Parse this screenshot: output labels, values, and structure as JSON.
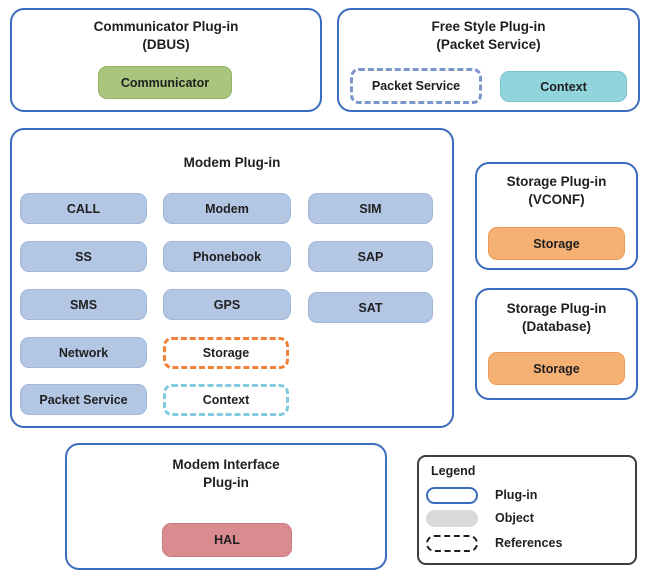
{
  "communicator": {
    "title": "Communicator Plug-in",
    "subtitle": "(DBUS)",
    "object_label": "Communicator"
  },
  "freestyle": {
    "title": "Free Style Plug-in",
    "subtitle": "(Packet Service)",
    "reference_label": "Packet Service",
    "object_label": "Context"
  },
  "modem": {
    "title": "Modem Plug-in",
    "objects": [
      "CALL",
      "Modem",
      "SIM",
      "SS",
      "Phonebook",
      "SAP",
      "SMS",
      "GPS",
      "SAT",
      "Network",
      "Packet Service"
    ],
    "references": [
      "Storage",
      "Context"
    ]
  },
  "storage_vconf": {
    "title": "Storage Plug-in",
    "subtitle": "(VCONF)",
    "object_label": "Storage"
  },
  "storage_db": {
    "title": "Storage Plug-in",
    "subtitle": "(Database)",
    "object_label": "Storage"
  },
  "modem_interface": {
    "title": "Modem Interface",
    "subtitle": "Plug-in",
    "object_label": "HAL"
  },
  "legend": {
    "title": "Legend",
    "items": [
      "Plug-in",
      "Object",
      "References"
    ]
  },
  "colors": {
    "plugin_border": "#3a6dbd",
    "object_blue": "#b3c6e3",
    "object_green": "#a9c57e",
    "object_teal": "#92d4dc",
    "object_orange": "#f5b074",
    "object_rose": "#d98b8f",
    "reference_blue": "#7c95cc",
    "reference_orange": "#f0823c",
    "reference_cyan": "#82cbe0",
    "legend_object_gray": "#d9d9d9",
    "legend_border": "#3d3d3d"
  }
}
